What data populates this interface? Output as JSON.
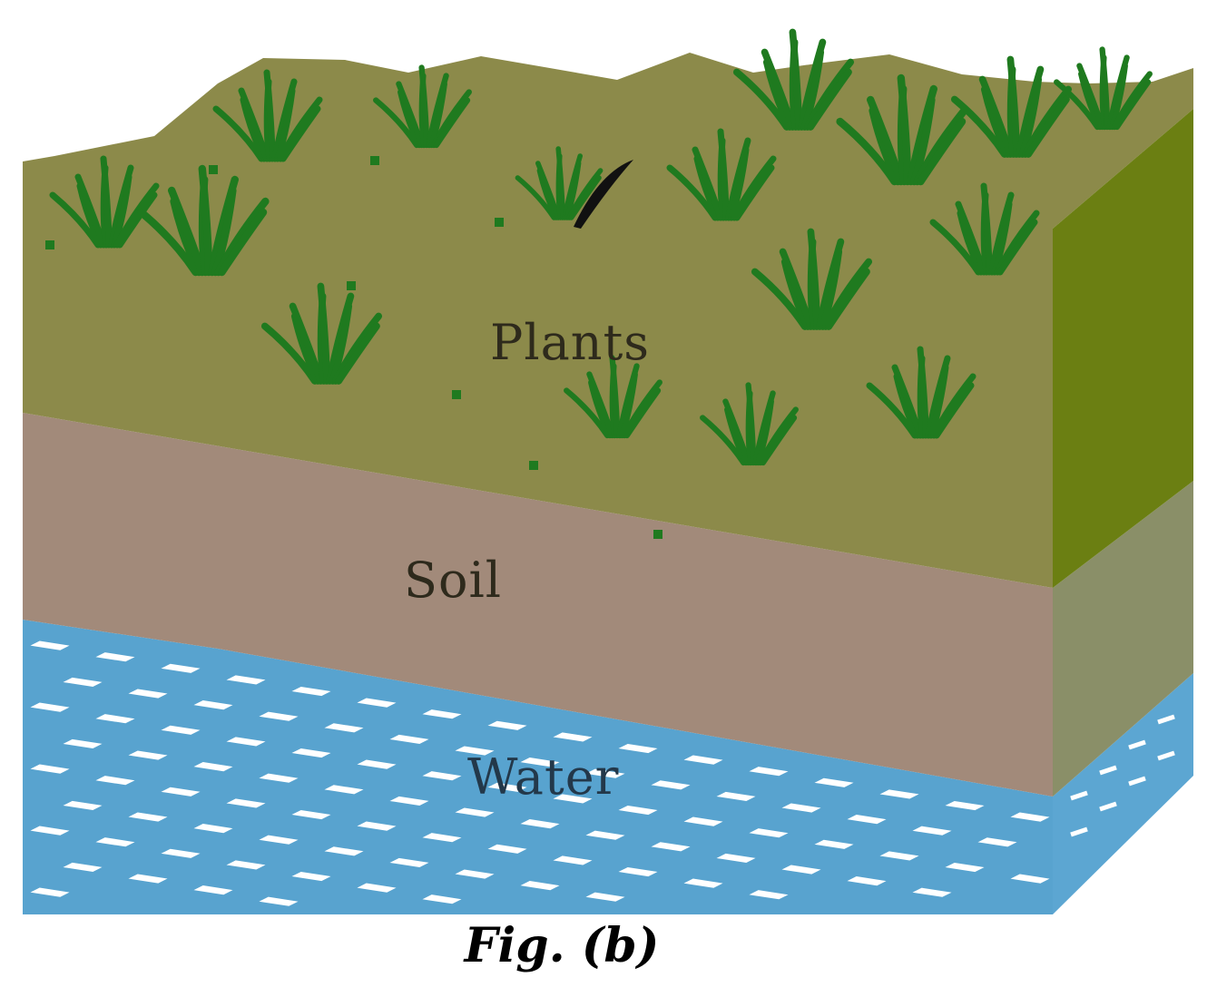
{
  "labels": {
    "plants": "Plants",
    "soil": "Soil",
    "water": "Water"
  },
  "caption": "Fig. (b)",
  "colors": {
    "plants_top": "#8c8a4a",
    "plants_side": "#6b7f12",
    "soil_front": "#a28a7a",
    "soil_side": "#8a8f68",
    "water_front": "#58a3cf",
    "water_side": "#5ca6d2",
    "grass": "#1f7a1f",
    "ripple": "#ffffff"
  }
}
